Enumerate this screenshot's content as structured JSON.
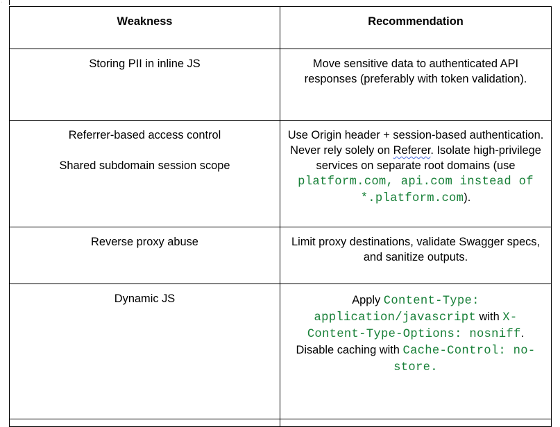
{
  "table": {
    "headers": [
      "Weakness",
      "Recommendation"
    ],
    "rows": [
      {
        "weakness": [
          "Storing PII in inline JS"
        ],
        "recommendation": {
          "text": "Move sensitive data to authenticated API responses (preferably with token validation)."
        }
      },
      {
        "weakness": [
          "Referrer-based access control",
          "Shared subdomain session scope"
        ],
        "recommendation": {
          "part1": "Use Origin header + session-based authentication. Never rely solely on ",
          "spell_word": "Referer",
          "part2": ". Isolate high-privilege services on separate root domains (use ",
          "code": "platform.com, api.com instead of *.platform.com",
          "part3": ")."
        }
      },
      {
        "weakness": [
          "Reverse proxy abuse"
        ],
        "recommendation": {
          "text": "Limit proxy destinations, validate Swagger specs, and sanitize outputs."
        }
      },
      {
        "weakness": [
          "Dynamic JS"
        ],
        "recommendation": {
          "part1": "Apply ",
          "code1": "Content-Type: application/javascript",
          "part2": " with ",
          "code2": "X-Content-Type-Options: nosniff",
          "part3": ". Disable caching with ",
          "code3": "Cache-Control: no-store."
        }
      },
      {
        "weakness": [
          ""
        ],
        "recommendation": {
          "text": ""
        }
      }
    ]
  }
}
